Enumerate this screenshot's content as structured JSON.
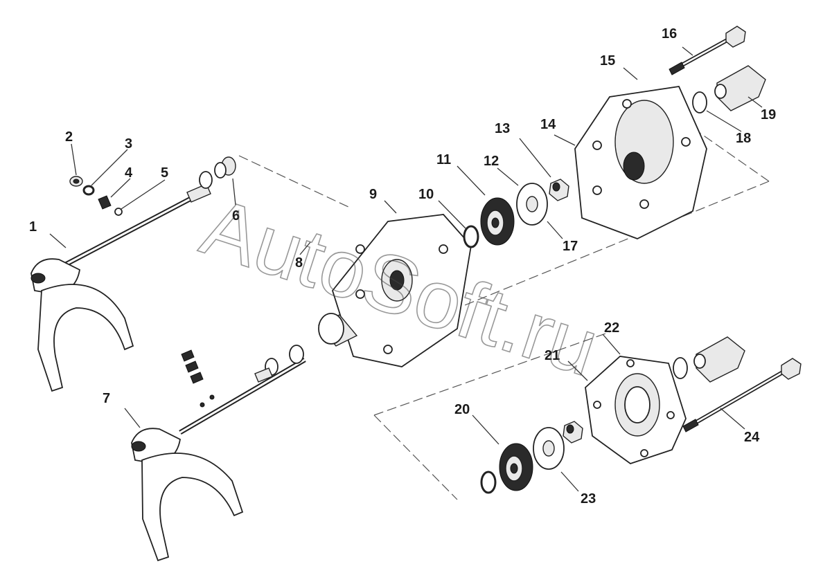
{
  "watermark": "AutoSoft.ru",
  "callouts": [
    "1",
    "2",
    "3",
    "4",
    "5",
    "6",
    "7",
    "8",
    "9",
    "10",
    "11",
    "12",
    "13",
    "14",
    "15",
    "16",
    "17",
    "18",
    "19",
    "20",
    "21",
    "22",
    "23",
    "24"
  ]
}
